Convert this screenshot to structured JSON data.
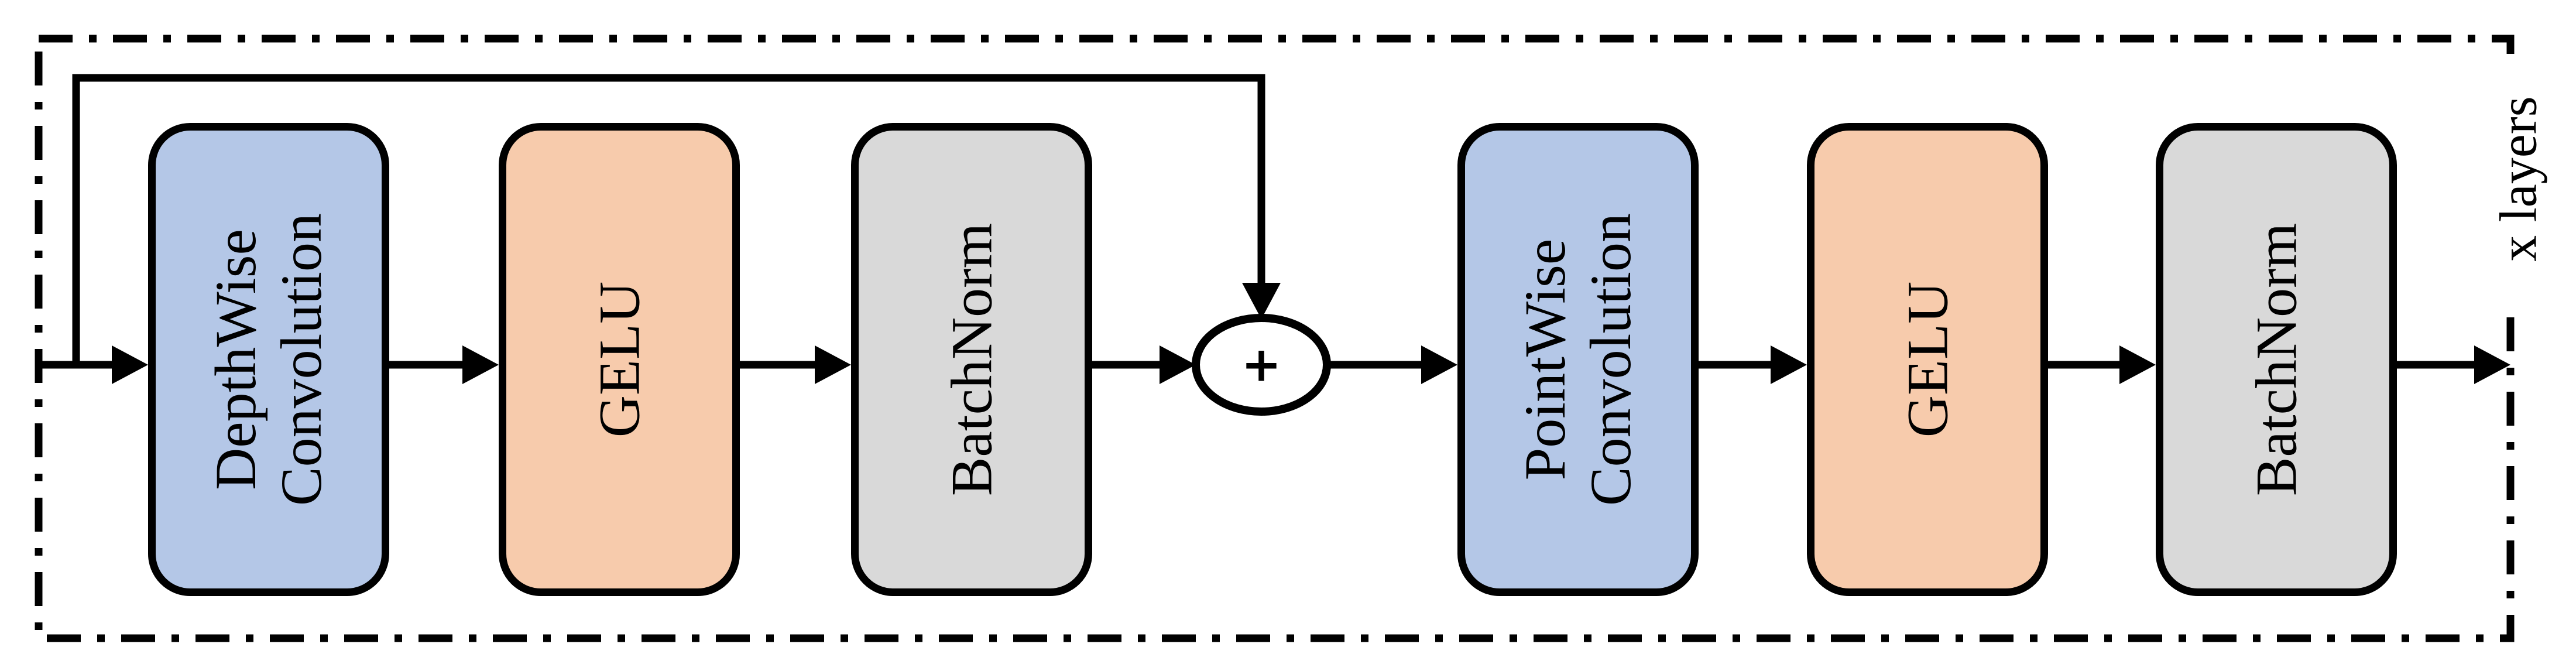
{
  "diagram": {
    "blocks": [
      {
        "name": "depthwise-convolution",
        "lines": [
          "DepthWise",
          "Convolution"
        ],
        "fill": "#B4C7E7"
      },
      {
        "name": "gelu-1",
        "lines": [
          "GELU"
        ],
        "fill": "#F7CBAC"
      },
      {
        "name": "batchnorm-1",
        "lines": [
          "BatchNorm"
        ],
        "fill": "#D9D9D9"
      },
      {
        "name": "pointwise-convolution",
        "lines": [
          "PointWise",
          "Convolution"
        ],
        "fill": "#B4C7E7"
      },
      {
        "name": "gelu-2",
        "lines": [
          "GELU"
        ],
        "fill": "#F7CBAC"
      },
      {
        "name": "batchnorm-2",
        "lines": [
          "BatchNorm"
        ],
        "fill": "#D9D9D9"
      }
    ],
    "add_node": {
      "symbol": "+"
    },
    "repeat_label": "x layers",
    "colors": {
      "block_blue": "#B4C7E7",
      "block_orange": "#F7CBAC",
      "block_gray": "#D9D9D9",
      "line": "#000000",
      "background": "#FFFFFF"
    }
  }
}
